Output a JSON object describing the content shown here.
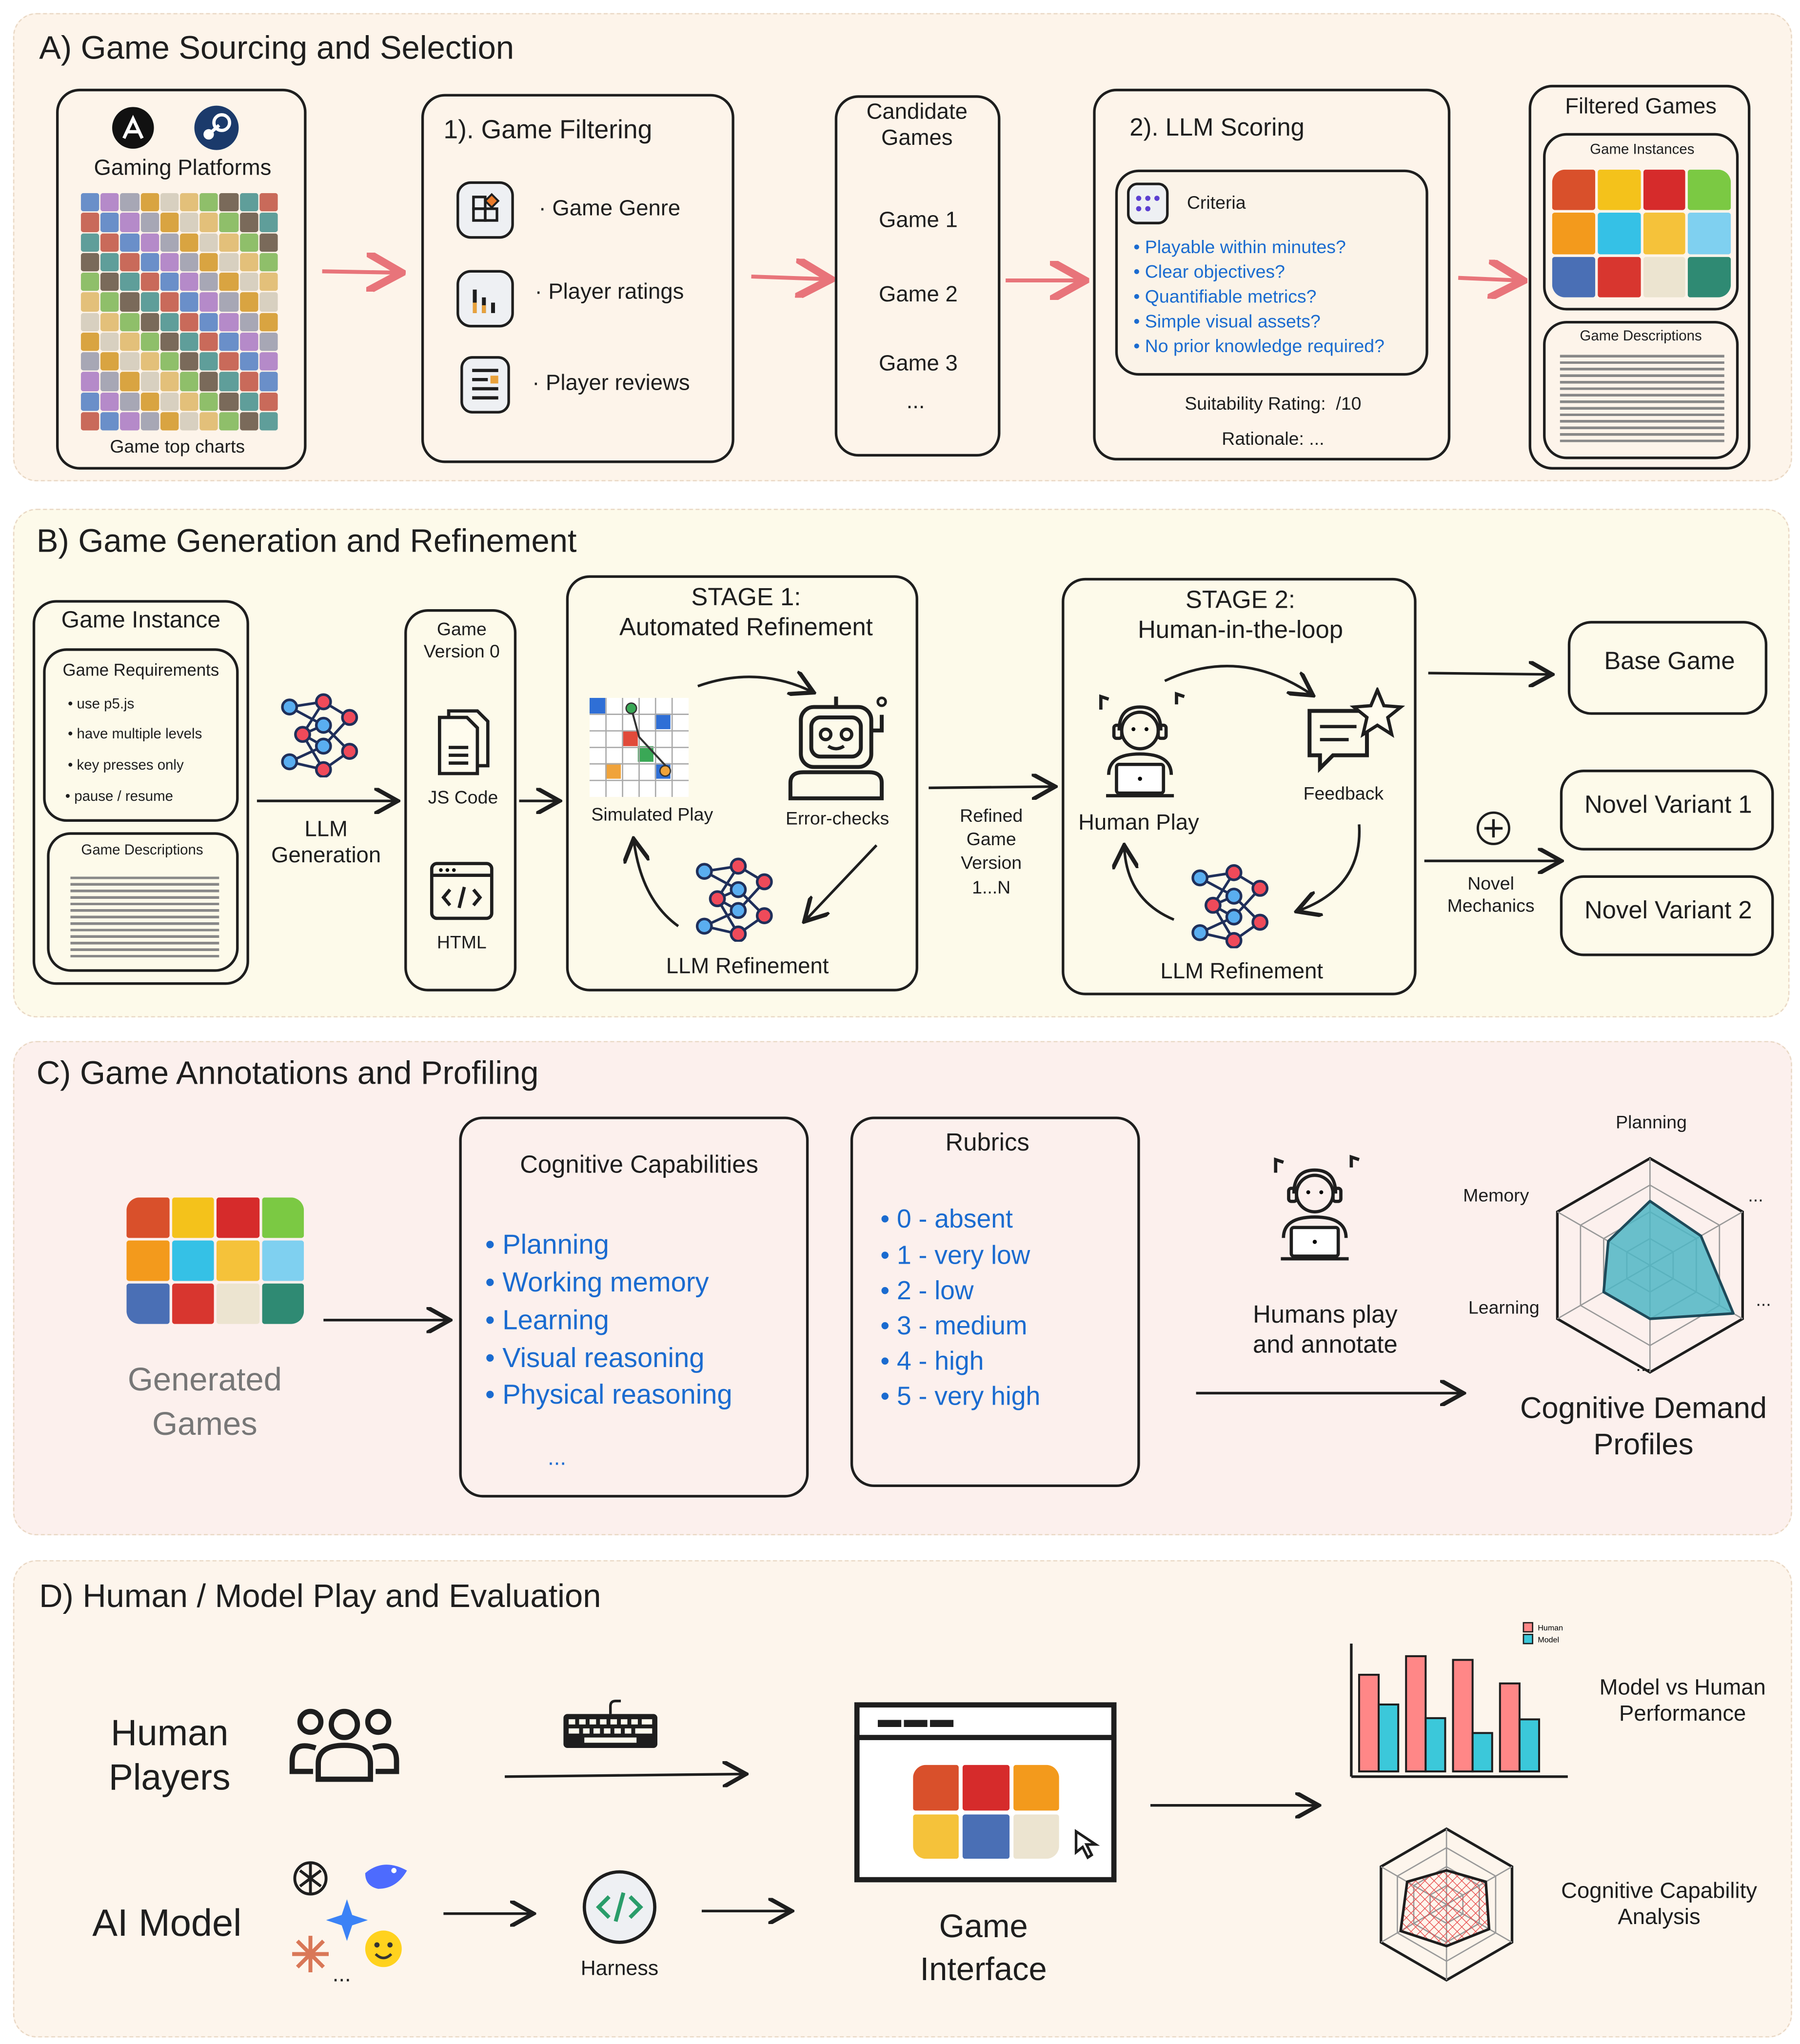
{
  "colors": {
    "section_a_bg": "#fdf4ea",
    "section_b_bg": "#fdfaea",
    "section_c_bg": "#fcf0ed",
    "section_d_bg": "#fdf5ec",
    "arrow_pink": "#e8747a",
    "criteria_blue": "#1a6bd0",
    "human_bar": "#ff8787",
    "model_bar": "#3bc8da"
  },
  "game_tile_colors": [
    "#d9502b",
    "#f4c21b",
    "#d62b2b",
    "#7bc943",
    "#f39a1c",
    "#35c1e6",
    "#f5c23a",
    "#7fd0f0",
    "#4a6fb5",
    "#d8362f",
    "#ece4d0",
    "#2f8a73"
  ],
  "section_a": {
    "title": "A) Game Sourcing and Selection",
    "platforms": {
      "label": "Gaming Platforms",
      "footer": "Game top charts",
      "icons": [
        "app-store-icon",
        "steam-icon"
      ]
    },
    "filtering": {
      "title": "1). Game Filtering",
      "items": [
        "· Game Genre",
        "· Player ratings",
        "· Player reviews"
      ]
    },
    "candidates": {
      "title": "Candidate\nGames",
      "items": [
        "Game 1",
        "Game 2",
        "Game 3",
        "..."
      ]
    },
    "scoring": {
      "title": "2). LLM Scoring",
      "criteria_label": "Criteria",
      "criteria": [
        "• Playable within minutes?",
        "• Clear objectives?",
        "• Quantifiable metrics?",
        "• Simple visual assets?",
        "• No prior knowledge required?"
      ],
      "rating": "Suitability Rating:  /10",
      "rationale": "Rationale: ..."
    },
    "filtered": {
      "title": "Filtered Games",
      "instances": "Game Instances",
      "descriptions": "Game Descriptions"
    }
  },
  "section_b": {
    "title": "B) Game Generation and Refinement",
    "instance": {
      "title": "Game Instance",
      "requirements_title": "Game Requirements",
      "requirements": [
        "• use p5.js",
        "• have multiple levels",
        "• key presses only",
        "• pause / resume"
      ],
      "descriptions": "Game Descriptions"
    },
    "llm_generation": "LLM\nGeneration",
    "version0": {
      "title": "Game\nVersion 0",
      "js": "JS Code",
      "html": "HTML"
    },
    "stage1": {
      "title": "STAGE 1:\nAutomated Refinement",
      "sim": "Simulated Play",
      "errors": "Error-checks",
      "refine": "LLM Refinement"
    },
    "refined": "Refined\nGame\nVersion\n1...N",
    "stage2": {
      "title": "STAGE 2:\nHuman-in-the-loop",
      "human": "Human Play",
      "feedback": "Feedback",
      "refine": "LLM Refinement"
    },
    "base_game": "Base Game",
    "novel_mechanics": "Novel\nMechanics",
    "variant1": "Novel Variant 1",
    "variant2": "Novel Variant 2"
  },
  "section_c": {
    "title": "C) Game Annotations and Profiling",
    "generated": "Generated\nGames",
    "cognitive": {
      "title": "Cognitive Capabilities",
      "items": [
        "• Planning",
        "• Working memory",
        "• Learning",
        "• Visual reasoning",
        "• Physical reasoning"
      ],
      "more": "..."
    },
    "rubrics": {
      "title": "Rubrics",
      "items": [
        "• 0 - absent",
        "• 1 - very low",
        "• 2 - low",
        "• 3 - medium",
        "• 4 - high",
        "• 5 - very high"
      ]
    },
    "humans": "Humans play\nand annotate",
    "radar_labels": [
      "Planning",
      "Memory",
      "Learning",
      "...",
      "...",
      "..."
    ],
    "profile_title": "Cognitive Demand\nProfiles"
  },
  "section_d": {
    "title": "D) Human / Model Play and Evaluation",
    "human_players": "Human\nPlayers",
    "ai_model": "AI Model",
    "ai_more": "...",
    "harness": "Harness",
    "interface": "Game\nInterface",
    "perf_title": "Model vs Human\nPerformance",
    "analysis_title": "Cognitive Capability\nAnalysis"
  },
  "chart_data": [
    {
      "type": "bar",
      "categories": [
        "",
        "",
        "",
        ""
      ],
      "series": [
        {
          "name": "Human",
          "values": [
            0.78,
            0.93,
            0.9,
            0.71
          ]
        },
        {
          "name": "Model",
          "values": [
            0.54,
            0.43,
            0.31,
            0.42
          ]
        }
      ],
      "ylim": [
        0,
        1
      ],
      "legend": "top-right",
      "grid": false
    },
    {
      "type": "radar",
      "labels": [
        "Planning",
        "...",
        "...",
        "...",
        "Learning",
        "Memory"
      ],
      "values": [
        0.6,
        0.55,
        0.9,
        0.5,
        0.5,
        0.45
      ],
      "range": [
        0,
        1
      ]
    },
    {
      "type": "radar",
      "labels": [
        "",
        "",
        "",
        "",
        "",
        ""
      ],
      "values": [
        0.45,
        0.6,
        0.65,
        0.55,
        0.7,
        0.6
      ],
      "range": [
        0,
        1
      ]
    }
  ]
}
